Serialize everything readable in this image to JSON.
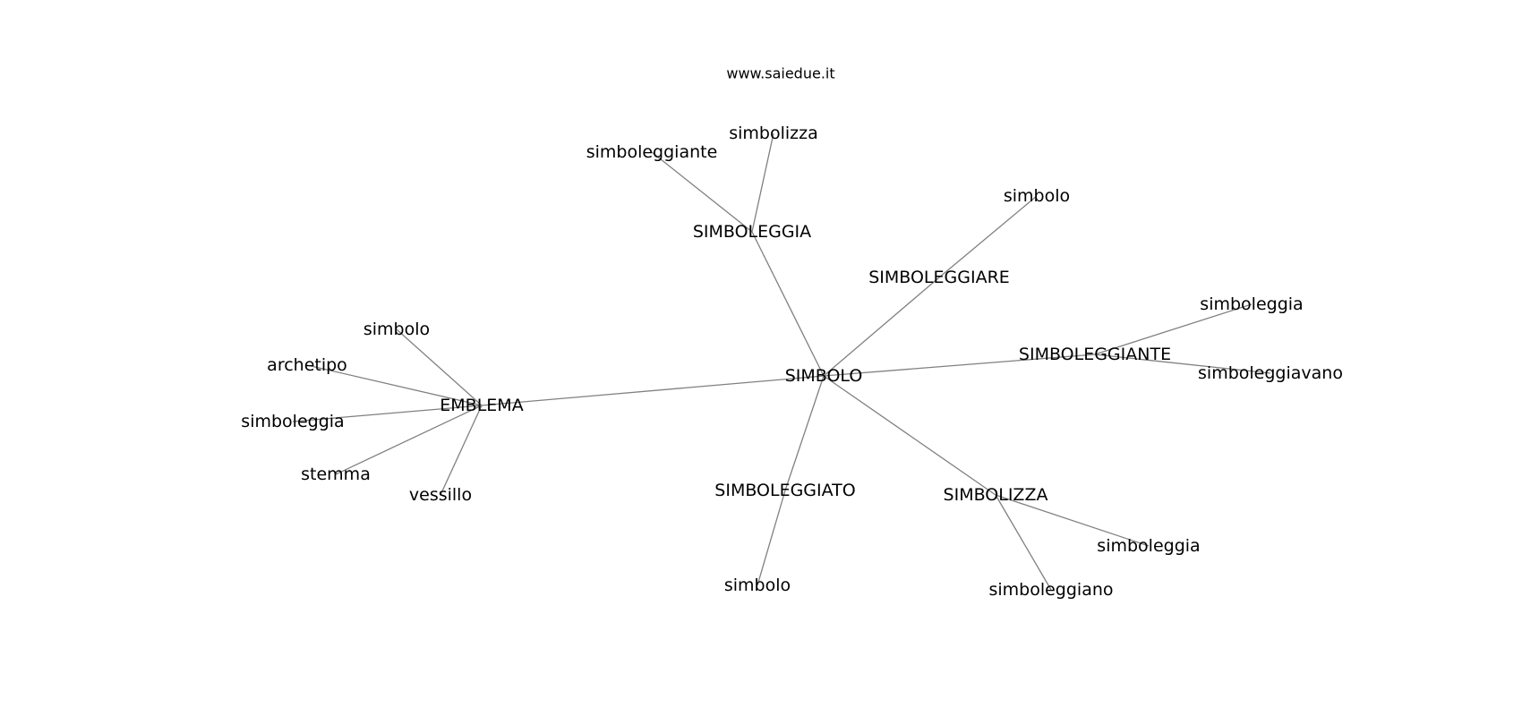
{
  "header": {
    "site": "www.saiedue.it"
  },
  "graph": {
    "nodes": [
      {
        "id": "SIMBOLO",
        "label": "SIMBOLO"
      },
      {
        "id": "EMBLEMA",
        "label": "EMBLEMA"
      },
      {
        "id": "SIMBOLEGGIA",
        "label": "SIMBOLEGGIA"
      },
      {
        "id": "SIMBOLEGGIARE",
        "label": "SIMBOLEGGIARE"
      },
      {
        "id": "SIMBOLEGGIANTE",
        "label": "SIMBOLEGGIANTE"
      },
      {
        "id": "SIMBOLEGGIATO",
        "label": "SIMBOLEGGIATO"
      },
      {
        "id": "SIMBOLIZZA",
        "label": "SIMBOLIZZA"
      },
      {
        "id": "e_simbolo",
        "label": "simbolo"
      },
      {
        "id": "e_archetipo",
        "label": "archetipo"
      },
      {
        "id": "e_simboleggia",
        "label": "simboleggia"
      },
      {
        "id": "e_stemma",
        "label": "stemma"
      },
      {
        "id": "e_vessillo",
        "label": "vessillo"
      },
      {
        "id": "sg_simboleggiante",
        "label": "simboleggiante"
      },
      {
        "id": "sg_simbolizza",
        "label": "simbolizza"
      },
      {
        "id": "sr_simbolo",
        "label": "simbolo"
      },
      {
        "id": "snt_simboleggia",
        "label": "simboleggia"
      },
      {
        "id": "snt_simboleggiavano",
        "label": "simboleggiavano"
      },
      {
        "id": "sto_simbolo",
        "label": "simbolo"
      },
      {
        "id": "sz_simboleggia",
        "label": "simboleggia"
      },
      {
        "id": "sz_simboleggiano",
        "label": "simboleggiano"
      }
    ],
    "edges": [
      [
        "SIMBOLO",
        "EMBLEMA"
      ],
      [
        "SIMBOLO",
        "SIMBOLEGGIA"
      ],
      [
        "SIMBOLO",
        "SIMBOLEGGIARE"
      ],
      [
        "SIMBOLO",
        "SIMBOLEGGIANTE"
      ],
      [
        "SIMBOLO",
        "SIMBOLEGGIATO"
      ],
      [
        "SIMBOLO",
        "SIMBOLIZZA"
      ],
      [
        "EMBLEMA",
        "e_simbolo"
      ],
      [
        "EMBLEMA",
        "e_archetipo"
      ],
      [
        "EMBLEMA",
        "e_simboleggia"
      ],
      [
        "EMBLEMA",
        "e_stemma"
      ],
      [
        "EMBLEMA",
        "e_vessillo"
      ],
      [
        "SIMBOLEGGIA",
        "sg_simboleggiante"
      ],
      [
        "SIMBOLEGGIA",
        "sg_simbolizza"
      ],
      [
        "SIMBOLEGGIARE",
        "sr_simbolo"
      ],
      [
        "SIMBOLEGGIANTE",
        "snt_simboleggia"
      ],
      [
        "SIMBOLEGGIANTE",
        "snt_simboleggiavano"
      ],
      [
        "SIMBOLEGGIATO",
        "sto_simbolo"
      ],
      [
        "SIMBOLIZZA",
        "sz_simboleggia"
      ],
      [
        "SIMBOLIZZA",
        "sz_simboleggiano"
      ]
    ]
  },
  "colors": {
    "edge": "#808080",
    "text": "#000000",
    "background": "#ffffff"
  }
}
